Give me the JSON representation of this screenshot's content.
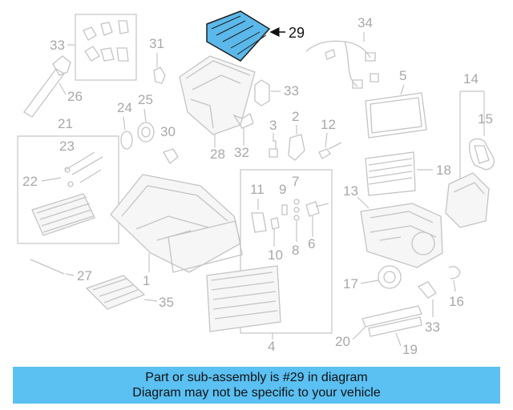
{
  "highlight_color": "#5bc0f2",
  "callouts": {
    "c1": "1",
    "c2": "2",
    "c3": "3",
    "c4": "4",
    "c5": "5",
    "c6": "6",
    "c7": "7",
    "c8": "8",
    "c9": "9",
    "c10": "10",
    "c11": "11",
    "c12": "12",
    "c13": "13",
    "c14": "14",
    "c15": "15",
    "c16": "16",
    "c17": "17",
    "c18": "18",
    "c19": "19",
    "c20": "20",
    "c21": "21",
    "c22": "22",
    "c23": "23",
    "c24": "24",
    "c25": "25",
    "c26": "26",
    "c27": "27",
    "c28": "28",
    "c29": "29",
    "c30": "30",
    "c31": "31",
    "c32": "32",
    "c33a": "33",
    "c33b": "33",
    "c33c": "33",
    "c34": "34",
    "c35": "35"
  },
  "banner": {
    "line1": "Part or sub-assembly is #29 in diagram",
    "line2": "Diagram may not be specific to your vehicle"
  }
}
